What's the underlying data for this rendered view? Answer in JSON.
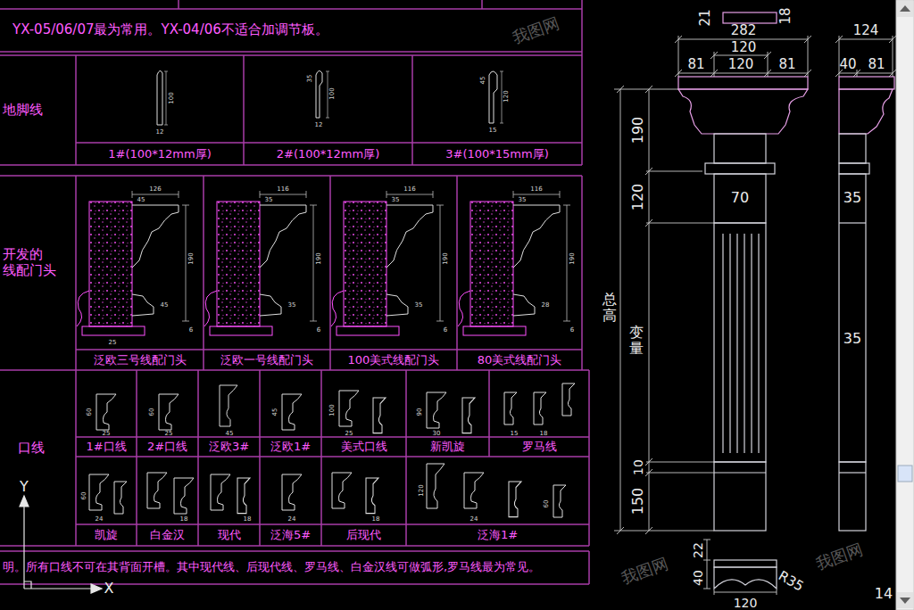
{
  "diagram": {
    "nodes": [
      {
        "text": [
          "YX-05/06/07最为常用。YX-04/06不适合加调节板。"
        ]
      },
      {
        "text": [
          "地脚线"
        ]
      },
      {
        "text": [
          "1#(100*12mm厚)"
        ]
      },
      {
        "text": [
          "2#(100*12mm厚)"
        ]
      },
      {
        "text": [
          "3#(100*15mm厚)"
        ]
      },
      {
        "text": [
          "开发的 线配门头"
        ]
      },
      {
        "text": [
          "泛欧三号线配门头"
        ]
      },
      {
        "text": [
          "泛欧一号线配门头"
        ]
      },
      {
        "text": [
          "100美式线配门头"
        ]
      },
      {
        "text": [
          "80美式线配门头"
        ]
      },
      {
        "text": [
          "口线"
        ]
      },
      {
        "text": [
          "1#口线"
        ]
      },
      {
        "text": [
          "2#口线"
        ]
      },
      {
        "text": [
          "泛欧3#"
        ]
      },
      {
        "text": [
          "泛欧1#"
        ]
      },
      {
        "text": [
          "美式口线"
        ]
      },
      {
        "text": [
          "新凯旋"
        ]
      },
      {
        "text": [
          "罗马线"
        ]
      },
      {
        "text": [
          "凯旋"
        ]
      },
      {
        "text": [
          "白金汉"
        ]
      },
      {
        "text": [
          "现代"
        ]
      },
      {
        "text": [
          "泛海5#"
        ]
      },
      {
        "text": [
          "后现代"
        ]
      },
      {
        "text": [
          "泛海1#"
        ]
      },
      {
        "text": [
          "明。所有口线不可在其背面开槽。其中现代线、后现代线、罗马线、白金汉线可做弧形,罗马线最为常见。"
        ]
      }
    ],
    "labels": [
      "100",
      "12",
      "35",
      "100",
      "12",
      "45",
      "120",
      "15",
      "126",
      "45",
      "190",
      "45",
      "6",
      "25",
      "116",
      "35",
      "190",
      "35",
      "6",
      "116",
      "35",
      "190",
      "35",
      "6",
      "116",
      "35",
      "190",
      "28",
      "6",
      "60",
      "25",
      "60",
      "25",
      "45",
      "45",
      "100",
      "25",
      "90",
      "30",
      "15",
      "18",
      "60",
      "24",
      "18",
      "18",
      "24",
      "18",
      "120",
      "24",
      "60",
      "21",
      "18",
      "282",
      "120",
      "81",
      "120",
      "81",
      "124",
      "40",
      "81",
      "190",
      "120",
      "70",
      "35",
      "总高",
      "变量",
      "35",
      "10",
      "150",
      "22",
      "40",
      "R35",
      "120",
      "14",
      "Y",
      "X",
      "我图网",
      "我图网",
      "我图网"
    ]
  }
}
